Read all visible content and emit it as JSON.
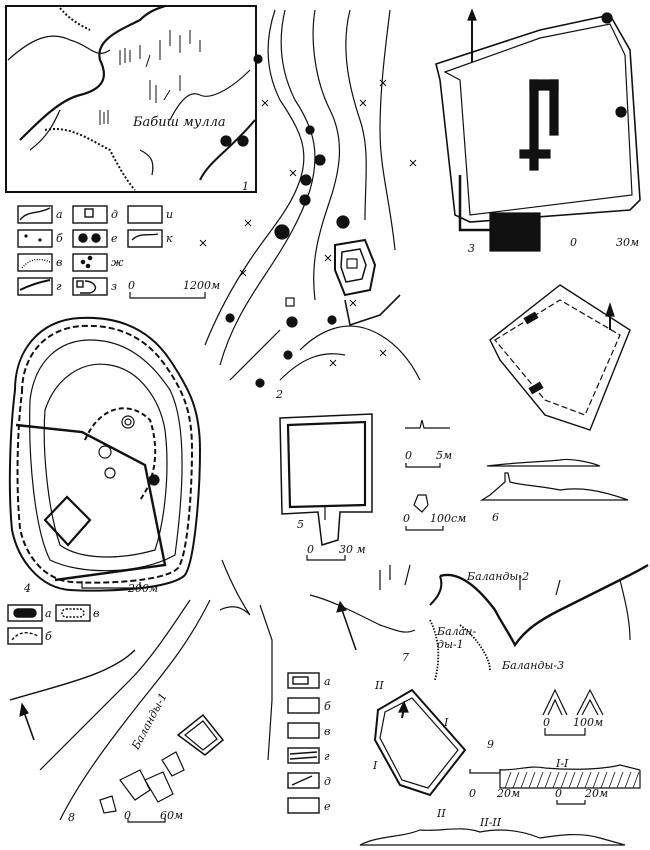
{
  "figure": {
    "panels": [
      {
        "id": "1",
        "label": "1",
        "place_name": "Бабиш мулла"
      },
      {
        "id": "2",
        "label": "2",
        "scale": {
          "zero": "0",
          "end": "1200м"
        }
      },
      {
        "id": "3",
        "label": "3",
        "scale": {
          "zero": "0",
          "end": "30м"
        }
      },
      {
        "id": "4",
        "label": "4",
        "scale": {
          "end": "200м"
        }
      },
      {
        "id": "5",
        "label": "5",
        "scale": {
          "zero": "0",
          "end": "30 м"
        }
      },
      {
        "id": "6",
        "label": "6",
        "scale_a": {
          "zero": "0",
          "end": "5м"
        },
        "scale_b": {
          "zero": "0",
          "end": "100см"
        }
      },
      {
        "id": "7",
        "label": "7",
        "sites": [
          "Баланды-2",
          "Балан-\nды-1",
          "Баланды-3"
        ]
      },
      {
        "id": "8",
        "label": "8",
        "site": "Баланды-1",
        "scale": {
          "zero": "0",
          "end": "60м"
        }
      },
      {
        "id": "9",
        "label": "9",
        "scale_plan": {
          "zero": "0",
          "end": "20м"
        },
        "scale_section": {
          "zero": "0",
          "end": "20м"
        },
        "scale_detail": {
          "zero": "0",
          "end": "100м"
        },
        "sections": [
          "I-I",
          "II-II"
        ],
        "markers": [
          "I",
          "I",
          "II",
          "II"
        ]
      }
    ],
    "legend_main": [
      "а",
      "б",
      "в",
      "г",
      "д",
      "е",
      "ж",
      "з",
      "и",
      "к"
    ],
    "legend_4": [
      "а",
      "б",
      "в"
    ],
    "legend_8": [
      "а",
      "б",
      "в",
      "г",
      "д",
      "е"
    ]
  }
}
